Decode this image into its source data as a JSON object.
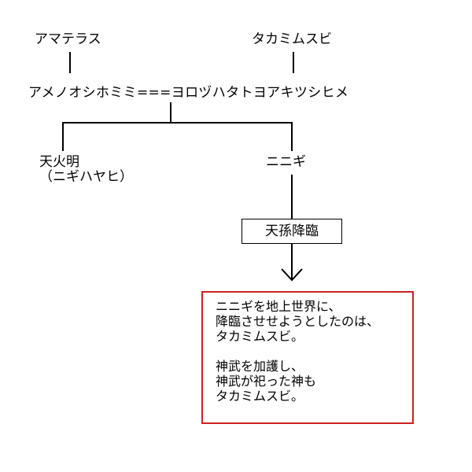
{
  "nodes": {
    "amaterasu": "アマテラス",
    "takamimusubi": "タカミムスビ",
    "couple": "アメノオシホミミ===ヨロヅハタトヨアキツシヒメ",
    "amenohoakari": "天火明",
    "amenohoakari_alias": "（ニギハヤヒ）",
    "ninigi": "ニニギ"
  },
  "event": {
    "label": "天孫降臨"
  },
  "note": {
    "paragraph1": [
      "ニニギを地上世界に、",
      "降臨させせようとしたのは、",
      "タカミムスビ。"
    ],
    "paragraph2": [
      "神武を加護し、",
      "神武が祀った神も",
      "タカミムスビ。"
    ],
    "border_color": "#cc2222"
  }
}
